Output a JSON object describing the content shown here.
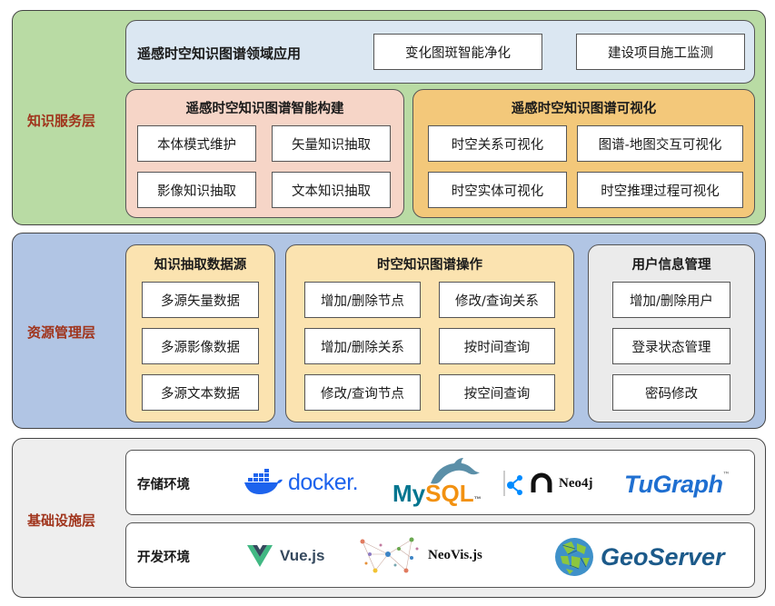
{
  "colors": {
    "knowledge_layer_bg": "#b9dba4",
    "application_panel_bg": "#dbe7f2",
    "construction_panel_bg": "#f6d5c7",
    "visualization_panel_bg": "#f3c87a",
    "resource_layer_bg": "#b1c5e4",
    "source_panel_bg": "#fbe3b0",
    "operation_panel_bg": "#fbe3b0",
    "user_panel_bg": "#ebebeb",
    "infra_layer_bg": "#eeeeee",
    "layer_label": "#a0341c"
  },
  "knowledge_service_layer": {
    "label": "知识服务层",
    "application": {
      "title": "遥感时空知识图谱领域应用",
      "items": [
        "变化图斑智能净化",
        "建设项目施工监测"
      ]
    },
    "construction": {
      "title": "遥感时空知识图谱智能构建",
      "items": [
        "本体模式维护",
        "矢量知识抽取",
        "影像知识抽取",
        "文本知识抽取"
      ]
    },
    "visualization": {
      "title": "遥感时空知识图谱可视化",
      "items": [
        "时空关系可视化",
        "图谱-地图交互可视化",
        "时空实体可视化",
        "时空推理过程可视化"
      ]
    }
  },
  "resource_management_layer": {
    "label": "资源管理层",
    "sources": {
      "title": "知识抽取数据源",
      "items": [
        "多源矢量数据",
        "多源影像数据",
        "多源文本数据"
      ]
    },
    "operations": {
      "title": "时空知识图谱操作",
      "items": [
        "增加/删除节点",
        "修改/查询关系",
        "增加/删除关系",
        "按时间查询",
        "修改/查询节点",
        "按空间查询"
      ]
    },
    "users": {
      "title": "用户信息管理",
      "items": [
        "增加/删除用户",
        "登录状态管理",
        "密码修改"
      ]
    }
  },
  "infrastructure_layer": {
    "label": "基础设施层",
    "storage": {
      "label": "存储环境",
      "logos": {
        "docker": "docker.",
        "mysql_my": "My",
        "mysql_sql": "SQL",
        "mysql_tm": "™",
        "neo4j": "Neo4j",
        "tugraph": "TuGraph",
        "tugraph_tm": "™"
      }
    },
    "development": {
      "label": "开发环境",
      "logos": {
        "vue": "Vue.js",
        "neovis": "NeoVis.js",
        "geoserver": "GeoServer"
      }
    }
  }
}
